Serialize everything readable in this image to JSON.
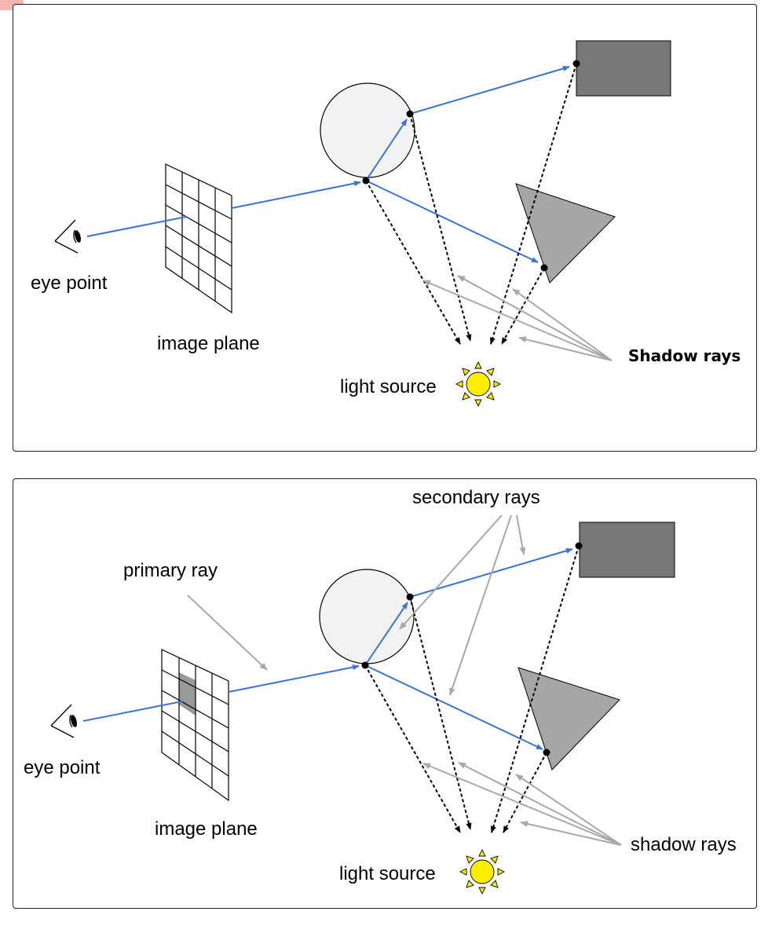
{
  "panel1": {
    "labels": {
      "eye_point": "eye point",
      "image_plane": "image plane",
      "light_source": "light source",
      "shadow_rays": "Shadow rays"
    }
  },
  "panel2": {
    "labels": {
      "secondary_rays": "secondary rays",
      "primary_ray": "primary ray",
      "eye_point": "eye point",
      "image_plane": "image plane",
      "light_source": "light source",
      "shadow_rays": "shadow rays"
    }
  },
  "colors": {
    "ray_blue": "#3b74d4",
    "annotation_gray": "#a8a8a8",
    "sphere_fill": "#f2f2f2",
    "rect_fill": "#777777",
    "triangle_fill": "#a6a6a6",
    "pixel_fill": "#999999",
    "sun_fill": "#ffee00"
  }
}
